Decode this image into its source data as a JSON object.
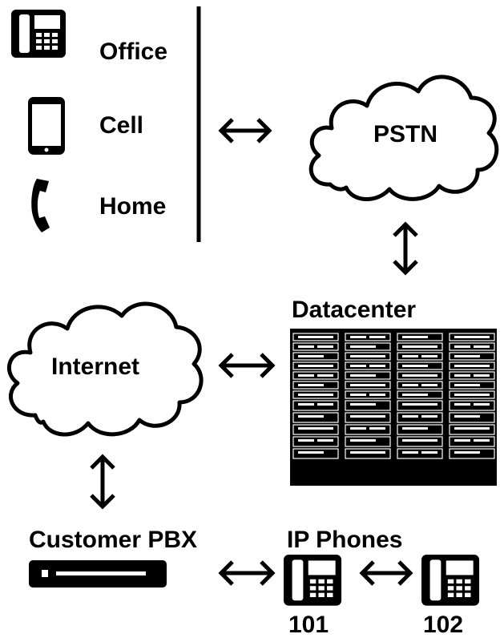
{
  "labels": {
    "office": "Office",
    "cell": "Cell",
    "home": "Home",
    "pstn": "PSTN",
    "internet": "Internet",
    "datacenter": "Datacenter",
    "customer_pbx": "Customer PBX",
    "ip_phones": "IP Phones",
    "ext_101": "101",
    "ext_102": "102"
  },
  "icons": {
    "office": "desk-phone-icon",
    "cell": "mobile-phone-icon",
    "home": "handset-icon",
    "pstn": "cloud-icon",
    "internet": "cloud-icon",
    "datacenter": "server-rack-icon",
    "customer_pbx": "pbx-appliance-icon",
    "ip_phone": "desk-phone-icon"
  },
  "colors": {
    "ink": "#000000",
    "background": "#ffffff"
  }
}
